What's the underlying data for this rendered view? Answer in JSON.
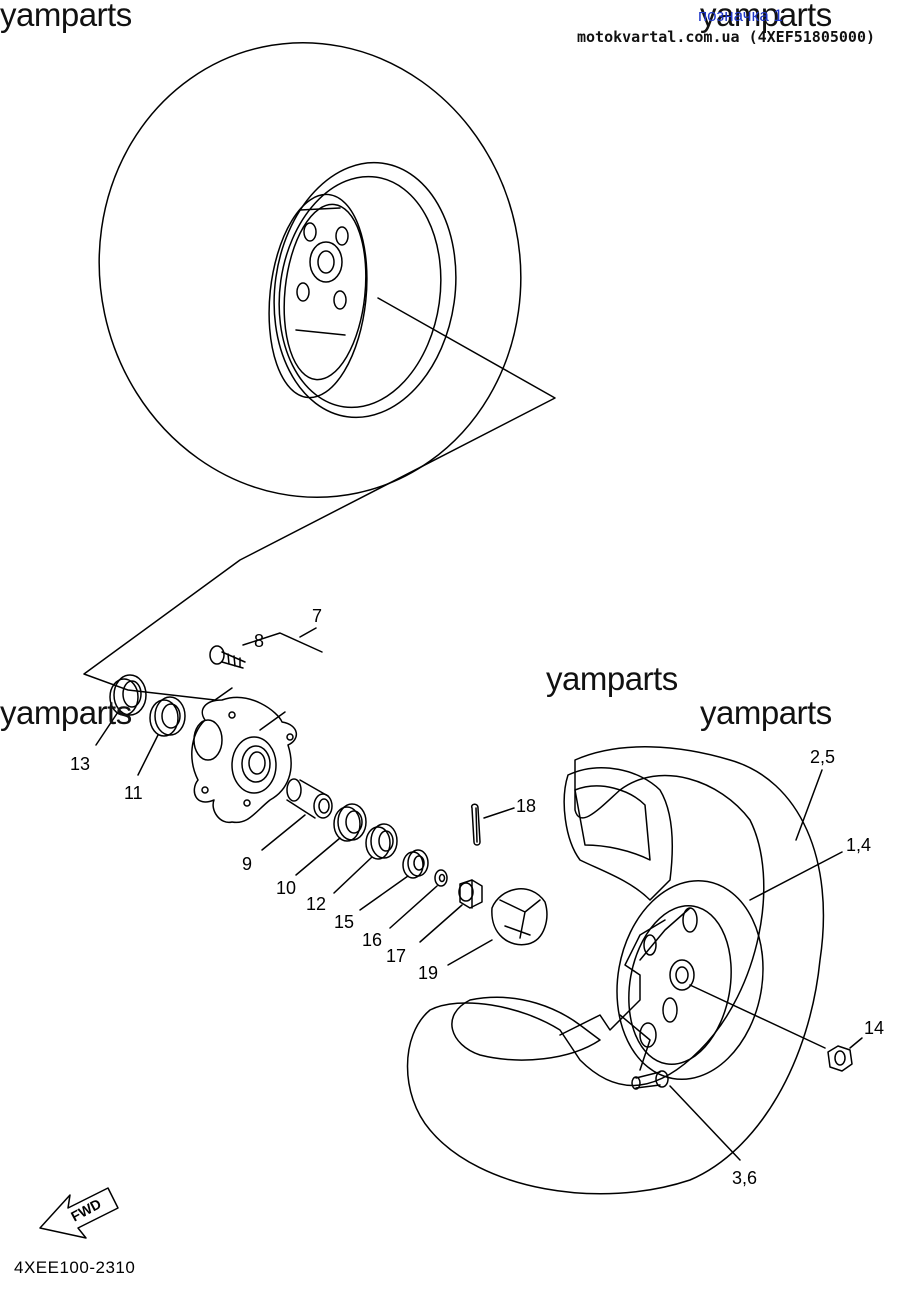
{
  "header": {
    "link_text": "позначка 1",
    "site_ref": "motokvartal.com.ua (4XEF51805000)"
  },
  "watermarks": [
    "yamparts",
    "yamparts",
    "yamparts",
    "yamparts",
    "yamparts"
  ],
  "callouts": {
    "c7": "7",
    "c8": "8",
    "c13": "13",
    "c11": "11",
    "c9": "9",
    "c10": "10",
    "c12": "12",
    "c15": "15",
    "c16": "16",
    "c17": "17",
    "c18": "18",
    "c19": "19",
    "c25": "2,5",
    "c14a": "1,4",
    "c14": "14",
    "c36": "3,6"
  },
  "fwd_label": "FWD",
  "diagram_code": "4XEE100-2310"
}
